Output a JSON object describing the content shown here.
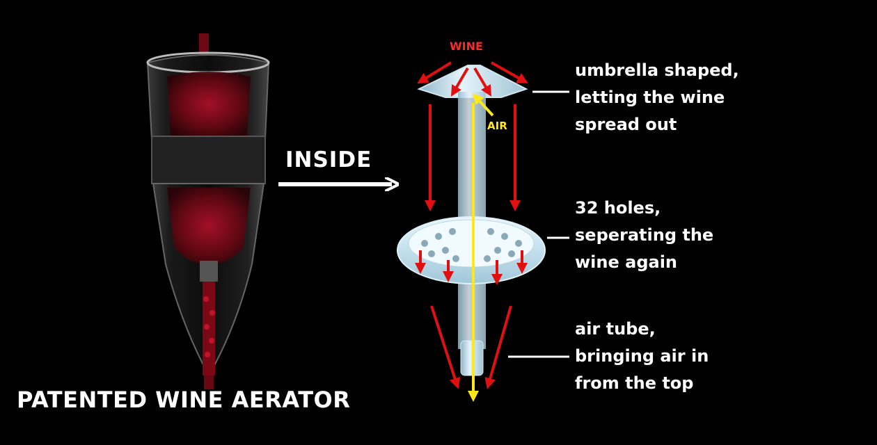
{
  "title": "PATENTED WINE AERATOR",
  "inside_label": "INSIDE",
  "labels": {
    "wine": "WINE",
    "air": "AIR"
  },
  "callouts": [
    {
      "lines": [
        "umbrella shaped,",
        "letting the wine",
        "spread out"
      ]
    },
    {
      "lines": [
        "32 holes,",
        "seperating the",
        "wine again"
      ]
    },
    {
      "lines": [
        "air tube,",
        "bringing air in",
        "from the top"
      ]
    }
  ],
  "colors": {
    "background": "#000000",
    "text": "#ffffff",
    "wine_arrow": "#e01010",
    "air_arrow": "#ffe81a"
  }
}
